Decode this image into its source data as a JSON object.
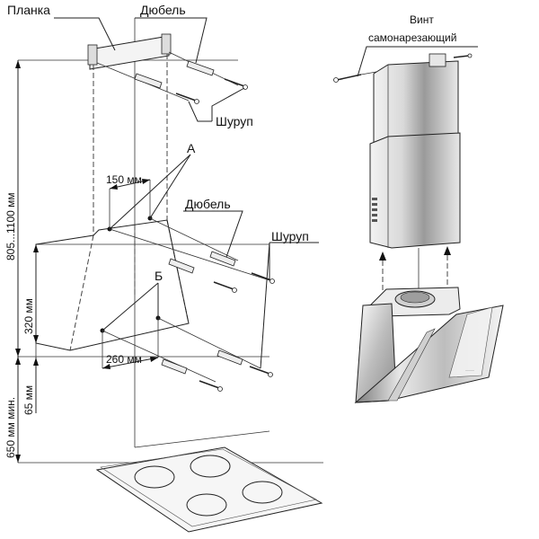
{
  "left_diagram": {
    "labels": {
      "planka": "Планка",
      "dyubel_top": "Дюбель",
      "shurup_top": "Шуруп",
      "point_a": "А",
      "dyubel_mid": "Дюбель",
      "shurup_mid": "Шуруп",
      "point_b": "Б"
    },
    "dimensions": {
      "height_range": "805...1100 мм",
      "d_320": "320 мм",
      "d_65": "65 мм",
      "d_650": "650 мм мин.",
      "d_150": "150 мм",
      "d_260": "260 мм"
    }
  },
  "right_diagram": {
    "labels": {
      "vint_line1": "Винт",
      "vint_line2": "самонарезающий"
    }
  }
}
